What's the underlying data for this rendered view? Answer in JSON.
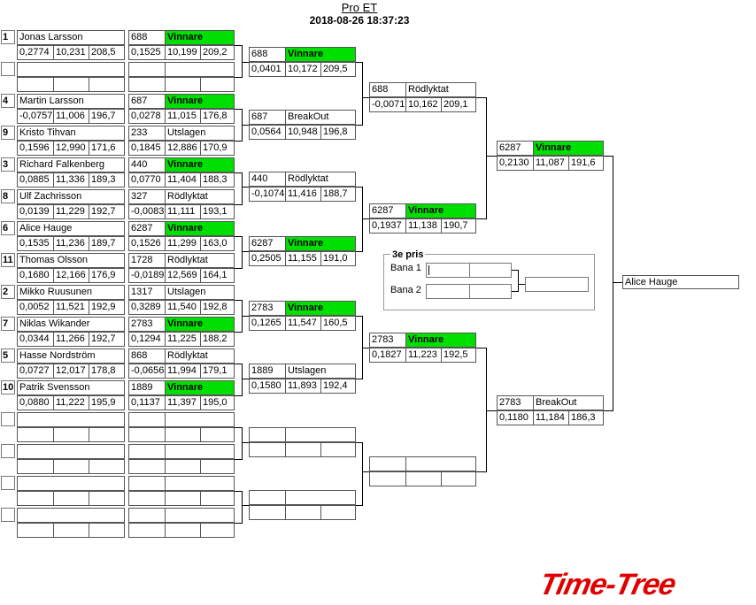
{
  "header": {
    "title": "Pro ET",
    "datetime": "2018-08-26 18:37:23"
  },
  "r1": [
    {
      "seed": "1",
      "name": "Jonas Larsson",
      "rt": "0,2774",
      "et": "10,231",
      "sp": "208,5",
      "lane": "688",
      "res": "Vinnare",
      "rt2": "0,1525",
      "et2": "10,199",
      "sp2": "209,2"
    },
    {
      "seed": "",
      "name": "",
      "rt": "",
      "et": "",
      "sp": "",
      "lane": "",
      "res": "",
      "rt2": "",
      "et2": "",
      "sp2": ""
    },
    {
      "seed": "4",
      "name": "Martin Larsson",
      "rt": "-0,0757",
      "et": "11,006",
      "sp": "196,7",
      "lane": "687",
      "res": "Vinnare",
      "rt2": "0,0278",
      "et2": "11,015",
      "sp2": "176,8"
    },
    {
      "seed": "9",
      "name": "Kristo Tihvan",
      "rt": "0,1596",
      "et": "12,990",
      "sp": "171,6",
      "lane": "233",
      "res": "Utslagen",
      "rt2": "0,1845",
      "et2": "12,886",
      "sp2": "170,9"
    },
    {
      "seed": "3",
      "name": "Richard Falkenberg",
      "rt": "0,0885",
      "et": "11,336",
      "sp": "189,3",
      "lane": "440",
      "res": "Vinnare",
      "rt2": "0,0770",
      "et2": "11,404",
      "sp2": "188,3"
    },
    {
      "seed": "8",
      "name": "Ulf Zachrisson",
      "rt": "0,0139",
      "et": "11,229",
      "sp": "192,7",
      "lane": "327",
      "res": "Rödlyktat",
      "rt2": "-0,0083",
      "et2": "11,111",
      "sp2": "193,1"
    },
    {
      "seed": "6",
      "name": "Alice  Hauge",
      "rt": "0,1535",
      "et": "11,236",
      "sp": "189,7",
      "lane": "6287",
      "res": "Vinnare",
      "rt2": "0,1526",
      "et2": "11,299",
      "sp2": "163,0"
    },
    {
      "seed": "11",
      "name": "Thomas Olsson",
      "rt": "0,1680",
      "et": "12,166",
      "sp": "176,9",
      "lane": "1728",
      "res": "Rödlyktat",
      "rt2": "-0,0189",
      "et2": "12,569",
      "sp2": "164,1"
    },
    {
      "seed": "2",
      "name": "Mikko Ruusunen",
      "rt": "0,0052",
      "et": "11,521",
      "sp": "192,9",
      "lane": "1317",
      "res": "Utslagen",
      "rt2": "0,3289",
      "et2": "11,540",
      "sp2": "192,8"
    },
    {
      "seed": "7",
      "name": "Niklas Wikander",
      "rt": "0,0344",
      "et": "11,266",
      "sp": "192,7",
      "lane": "2783",
      "res": "Vinnare",
      "rt2": "0,1294",
      "et2": "11,225",
      "sp2": "188,2"
    },
    {
      "seed": "5",
      "name": "Hasse Nordström",
      "rt": "0,0727",
      "et": "12,017",
      "sp": "178,8",
      "lane": "868",
      "res": "Rödlyktat",
      "rt2": "-0,0656",
      "et2": "11,994",
      "sp2": "179,1"
    },
    {
      "seed": "10",
      "name": "Patrik Svensson",
      "rt": "0,0880",
      "et": "11,222",
      "sp": "195,9",
      "lane": "1889",
      "res": "Vinnare",
      "rt2": "0,1137",
      "et2": "11,397",
      "sp2": "195,0"
    },
    {
      "seed": "",
      "name": "",
      "rt": "",
      "et": "",
      "sp": "",
      "lane": "",
      "res": "",
      "rt2": "",
      "et2": "",
      "sp2": ""
    },
    {
      "seed": "",
      "name": "",
      "rt": "",
      "et": "",
      "sp": "",
      "lane": "",
      "res": "",
      "rt2": "",
      "et2": "",
      "sp2": ""
    },
    {
      "seed": "",
      "name": "",
      "rt": "",
      "et": "",
      "sp": "",
      "lane": "",
      "res": "",
      "rt2": "",
      "et2": "",
      "sp2": ""
    },
    {
      "seed": "",
      "name": "",
      "rt": "",
      "et": "",
      "sp": "",
      "lane": "",
      "res": "",
      "rt2": "",
      "et2": "",
      "sp2": ""
    }
  ],
  "r2": [
    {
      "lane": "688",
      "res": "Vinnare",
      "rt": "0,0401",
      "et": "10,172",
      "sp": "209,5"
    },
    {
      "lane": "687",
      "res": "BreakOut",
      "rt": "0,0564",
      "et": "10,948",
      "sp": "196,8"
    },
    {
      "lane": "440",
      "res": "Rödlyktat",
      "rt": "-0,1074",
      "et": "11,416",
      "sp": "188,7"
    },
    {
      "lane": "6287",
      "res": "Vinnare",
      "rt": "0,2505",
      "et": "11,155",
      "sp": "191,0"
    },
    {
      "lane": "2783",
      "res": "Vinnare",
      "rt": "0,1265",
      "et": "11,547",
      "sp": "160,5"
    },
    {
      "lane": "1889",
      "res": "Utslagen",
      "rt": "0,1580",
      "et": "11,893",
      "sp": "192,4"
    },
    {
      "lane": "",
      "res": "",
      "rt": "",
      "et": "",
      "sp": ""
    },
    {
      "lane": "",
      "res": "",
      "rt": "",
      "et": "",
      "sp": ""
    }
  ],
  "r3": [
    {
      "lane": "688",
      "res": "Rödlyktat",
      "rt": "-0,0071",
      "et": "10,162",
      "sp": "209,1"
    },
    {
      "lane": "6287",
      "res": "Vinnare",
      "rt": "0,1937",
      "et": "11,138",
      "sp": "190,7"
    },
    {
      "lane": "2783",
      "res": "Vinnare",
      "rt": "0,1827",
      "et": "11,223",
      "sp": "192,5"
    },
    {
      "lane": "",
      "res": "",
      "rt": "",
      "et": "",
      "sp": ""
    }
  ],
  "r4": [
    {
      "lane": "6287",
      "res": "Vinnare",
      "rt": "0,2130",
      "et": "11,087",
      "sp": "191,6"
    },
    {
      "lane": "2783",
      "res": "BreakOut",
      "rt": "0,1180",
      "et": "11,184",
      "sp": "186,3"
    }
  ],
  "third": {
    "title": "3e pris",
    "lane1": "Bana 1",
    "lane2": "Bana 2"
  },
  "champion": "Alice  Hauge",
  "logo": "Time-Tree",
  "colors": {
    "winner": "#00e000",
    "logo": "#e00000"
  }
}
